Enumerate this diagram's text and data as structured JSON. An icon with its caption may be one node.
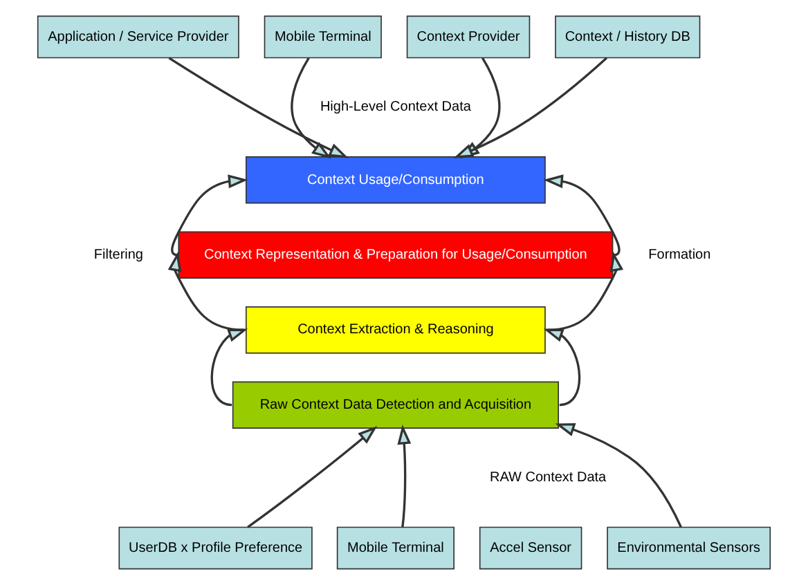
{
  "diagram": {
    "nodes": [
      {
        "text": [
          "Application / Service Provider"
        ]
      },
      {
        "text": [
          "Mobile Terminal"
        ]
      },
      {
        "text": [
          "Context Provider"
        ]
      },
      {
        "text": [
          "Context / History DB"
        ]
      },
      {
        "text": [
          "Context Usage/Consumption"
        ]
      },
      {
        "text": [
          "Context Representation & Preparation for Usage/Consumption"
        ]
      },
      {
        "text": [
          "Context Extraction & Reasoning"
        ]
      },
      {
        "text": [
          "Raw Context Data Detection and Acquisition"
        ]
      },
      {
        "text": [
          "UserDB x Profile Preference"
        ]
      },
      {
        "text": [
          "Environmental Sensors"
        ]
      },
      {
        "text": [
          "Mobile Terminal"
        ]
      },
      {
        "text": [
          "Accel Sensor"
        ]
      }
    ],
    "edges": [
      {
        "from": 0,
        "to": 4,
        "arrow": "to"
      },
      {
        "from": 1,
        "to": 4,
        "arrow": "to"
      },
      {
        "from": 2,
        "to": 4,
        "arrow": "to"
      },
      {
        "from": 3,
        "to": 4,
        "arrow": "to"
      },
      {
        "from": 7,
        "to": 6,
        "arrow": "to"
      },
      {
        "from": 6,
        "to": 5,
        "arrow": "to"
      },
      {
        "from": 5,
        "to": 4,
        "arrow": "to"
      },
      {
        "from": 7,
        "to": 6,
        "arrow": "to"
      },
      {
        "from": 6,
        "to": 5,
        "arrow": "to"
      },
      {
        "from": 5,
        "to": 4,
        "arrow": "to"
      },
      {
        "from": 8,
        "to": 7,
        "arrow": "to"
      },
      {
        "from": 9,
        "to": 7,
        "arrow": "to"
      },
      {
        "from": 10,
        "to": 7,
        "arrow": "to"
      }
    ],
    "labels": [
      "High-Level Context Data",
      "Filtering",
      "Formation",
      "RAW Context Data"
    ]
  }
}
